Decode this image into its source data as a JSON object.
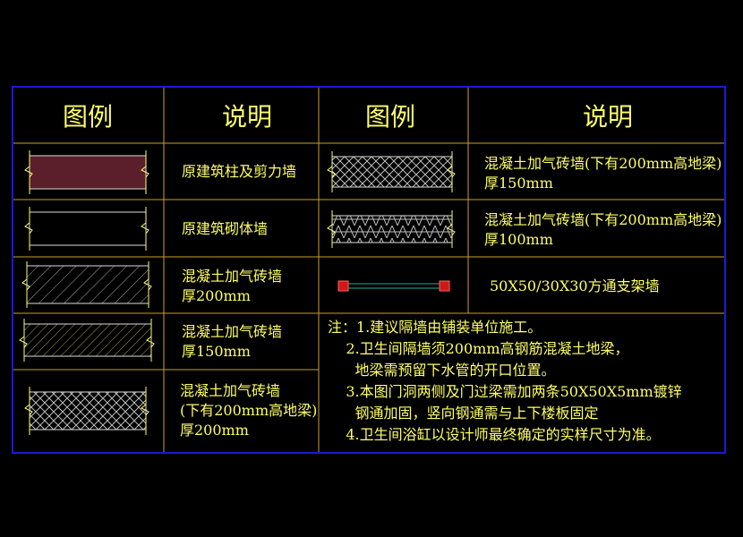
{
  "header": {
    "legend_left": "图例",
    "desc_left": "说明",
    "legend_right": "图例",
    "desc_right": "说明"
  },
  "left_rows": [
    {
      "desc": [
        "原建筑柱及剪力墙"
      ],
      "swatch": "solid-fill-swatch"
    },
    {
      "desc": [
        "原建筑砌体墙"
      ],
      "swatch": "outline-swatch"
    },
    {
      "desc": [
        "混凝土加气砖墙",
        "厚200mm"
      ],
      "swatch": "diagonal-hatch-swatch"
    },
    {
      "desc": [
        "混凝土加气砖墙",
        "厚150mm"
      ],
      "swatch": "diagonal-hatch-swatch"
    },
    {
      "desc": [
        "混凝土加气砖墙",
        "(下有200mm高地梁)",
        "厚200mm"
      ],
      "swatch": "crosshatch-swatch"
    }
  ],
  "right_rows": [
    {
      "desc": [
        "混凝土加气砖墙(下有200mm高地梁)",
        "厚150mm"
      ],
      "swatch": "crosshatch-swatch"
    },
    {
      "desc": [
        "混凝土加气砖墙(下有200mm高地梁)",
        "厚100mm"
      ],
      "swatch": "triangle-hatch-swatch"
    },
    {
      "desc": [
        "50X50/30X30方通支架墙"
      ],
      "swatch": "steel-frame-swatch"
    }
  ],
  "notes": [
    "注：1.建议隔墙由铺装单位施工。",
    "    2.卫生间隔墙须200mm高钢筋混凝土地梁，",
    "      地梁需预留下水管的开口位置。",
    "    3.本图门洞两侧及门过梁需加两条50X50X5mm镀锌",
    "      钢通加固，竖向钢通需与上下楼板固定",
    "    4.卫生间浴缸以设计师最终确定的实样尺寸为准。"
  ],
  "colors": {
    "border": "#1a1ad6",
    "grid": "#c8a020",
    "text": "#ffff66",
    "solid_fill": "#5a1f2a",
    "hatch": "#bbbbbb",
    "steel": "#20b0a0",
    "node": "#d01818"
  }
}
